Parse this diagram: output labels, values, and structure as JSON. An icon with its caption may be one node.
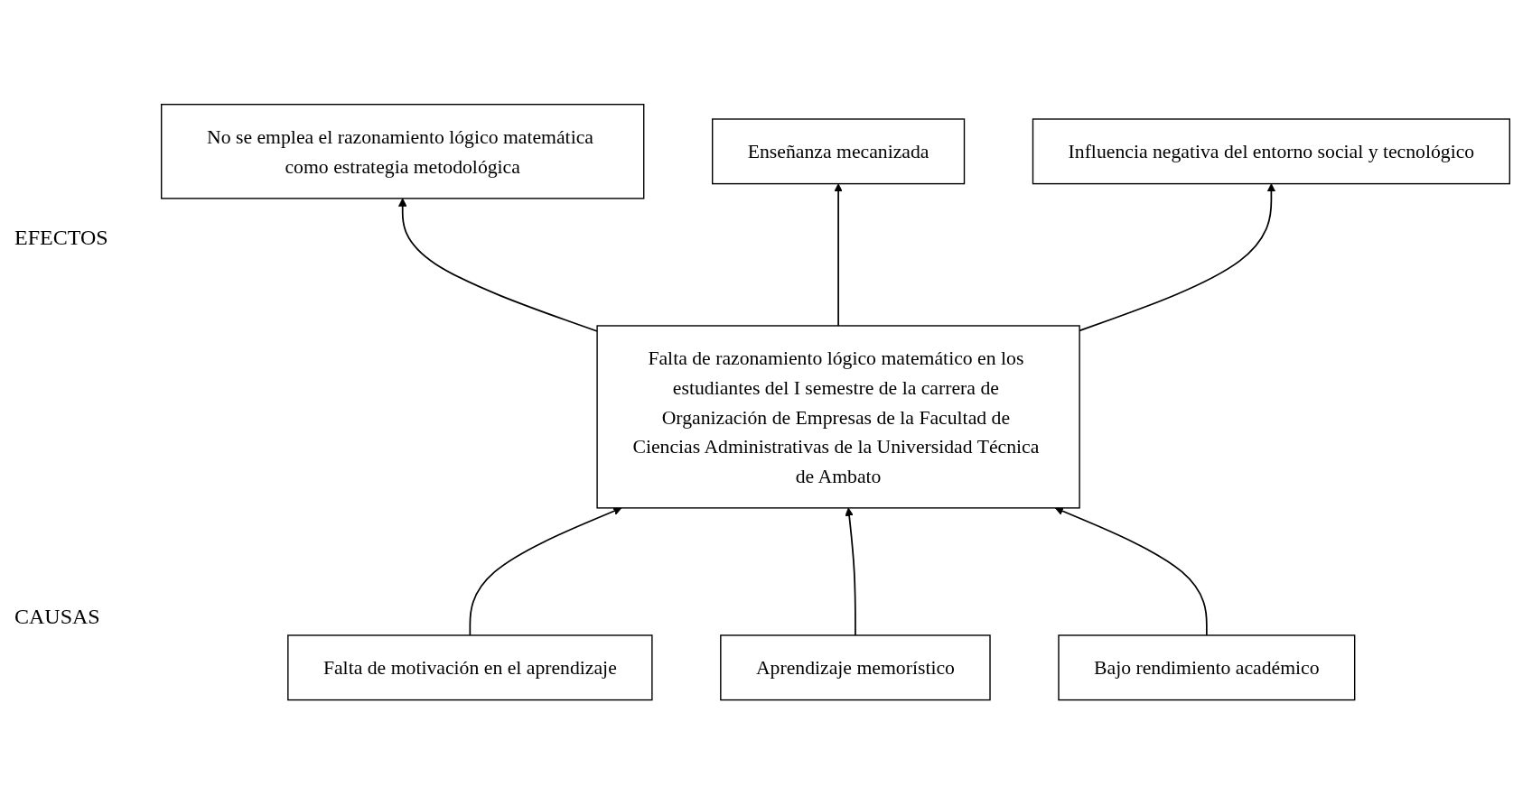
{
  "diagram": {
    "nodes": [
      {
        "text": [
          "No se emplea el razonamiento lógico matemática como estrategia metodológica"
        ]
      },
      {
        "text": [
          "Enseñanza mecanizada"
        ]
      },
      {
        "text": [
          "Influencia negativa del entorno social y tecnológico"
        ]
      },
      {
        "text": [
          "Falta de razonamiento lógico matemático en los estudiantes del I semestre de la carrera de Organización de Empresas de la Facultad de Ciencias Administrativas de la Universidad Técnica de Ambato"
        ]
      },
      {
        "text": [
          "Falta de motivación en el aprendizaje"
        ]
      },
      {
        "text": [
          "Aprendizaje memorístico"
        ]
      },
      {
        "text": [
          "Bajo rendimiento académico"
        ]
      }
    ],
    "edges": [
      {
        "from": 3,
        "to": 0,
        "arrow": "to"
      },
      {
        "from": 3,
        "to": 1,
        "arrow": "to"
      },
      {
        "from": 3,
        "to": 2,
        "arrow": "to"
      },
      {
        "from": 4,
        "to": 3,
        "arrow": "to"
      },
      {
        "from": 5,
        "to": 3,
        "arrow": "to"
      },
      {
        "from": 6,
        "to": 3,
        "arrow": "to"
      }
    ],
    "labels": [
      "EFECTOS",
      "CAUSAS"
    ]
  }
}
